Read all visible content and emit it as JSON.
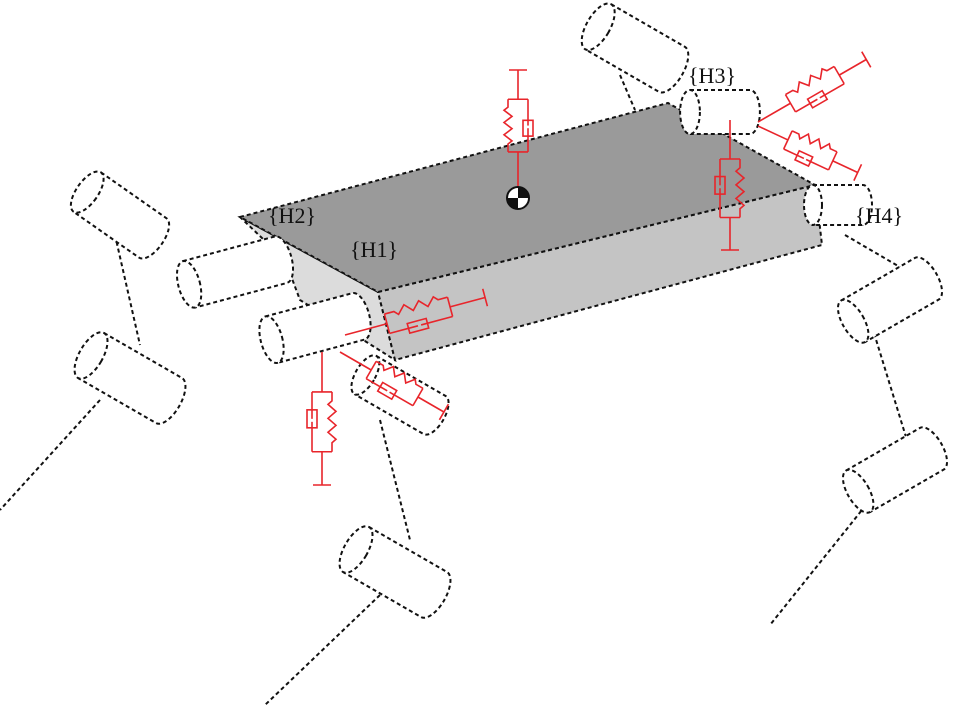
{
  "labels": {
    "h1": "{H1}",
    "h2": "{H2}",
    "h3": "{H3}",
    "h4": "{H4}"
  },
  "colors": {
    "spring_damper": "#e8252b",
    "body_top": "#9a9a9a",
    "body_side": "#c4c4c4",
    "body_end": "#dcdcdc",
    "outline": "#111111"
  }
}
